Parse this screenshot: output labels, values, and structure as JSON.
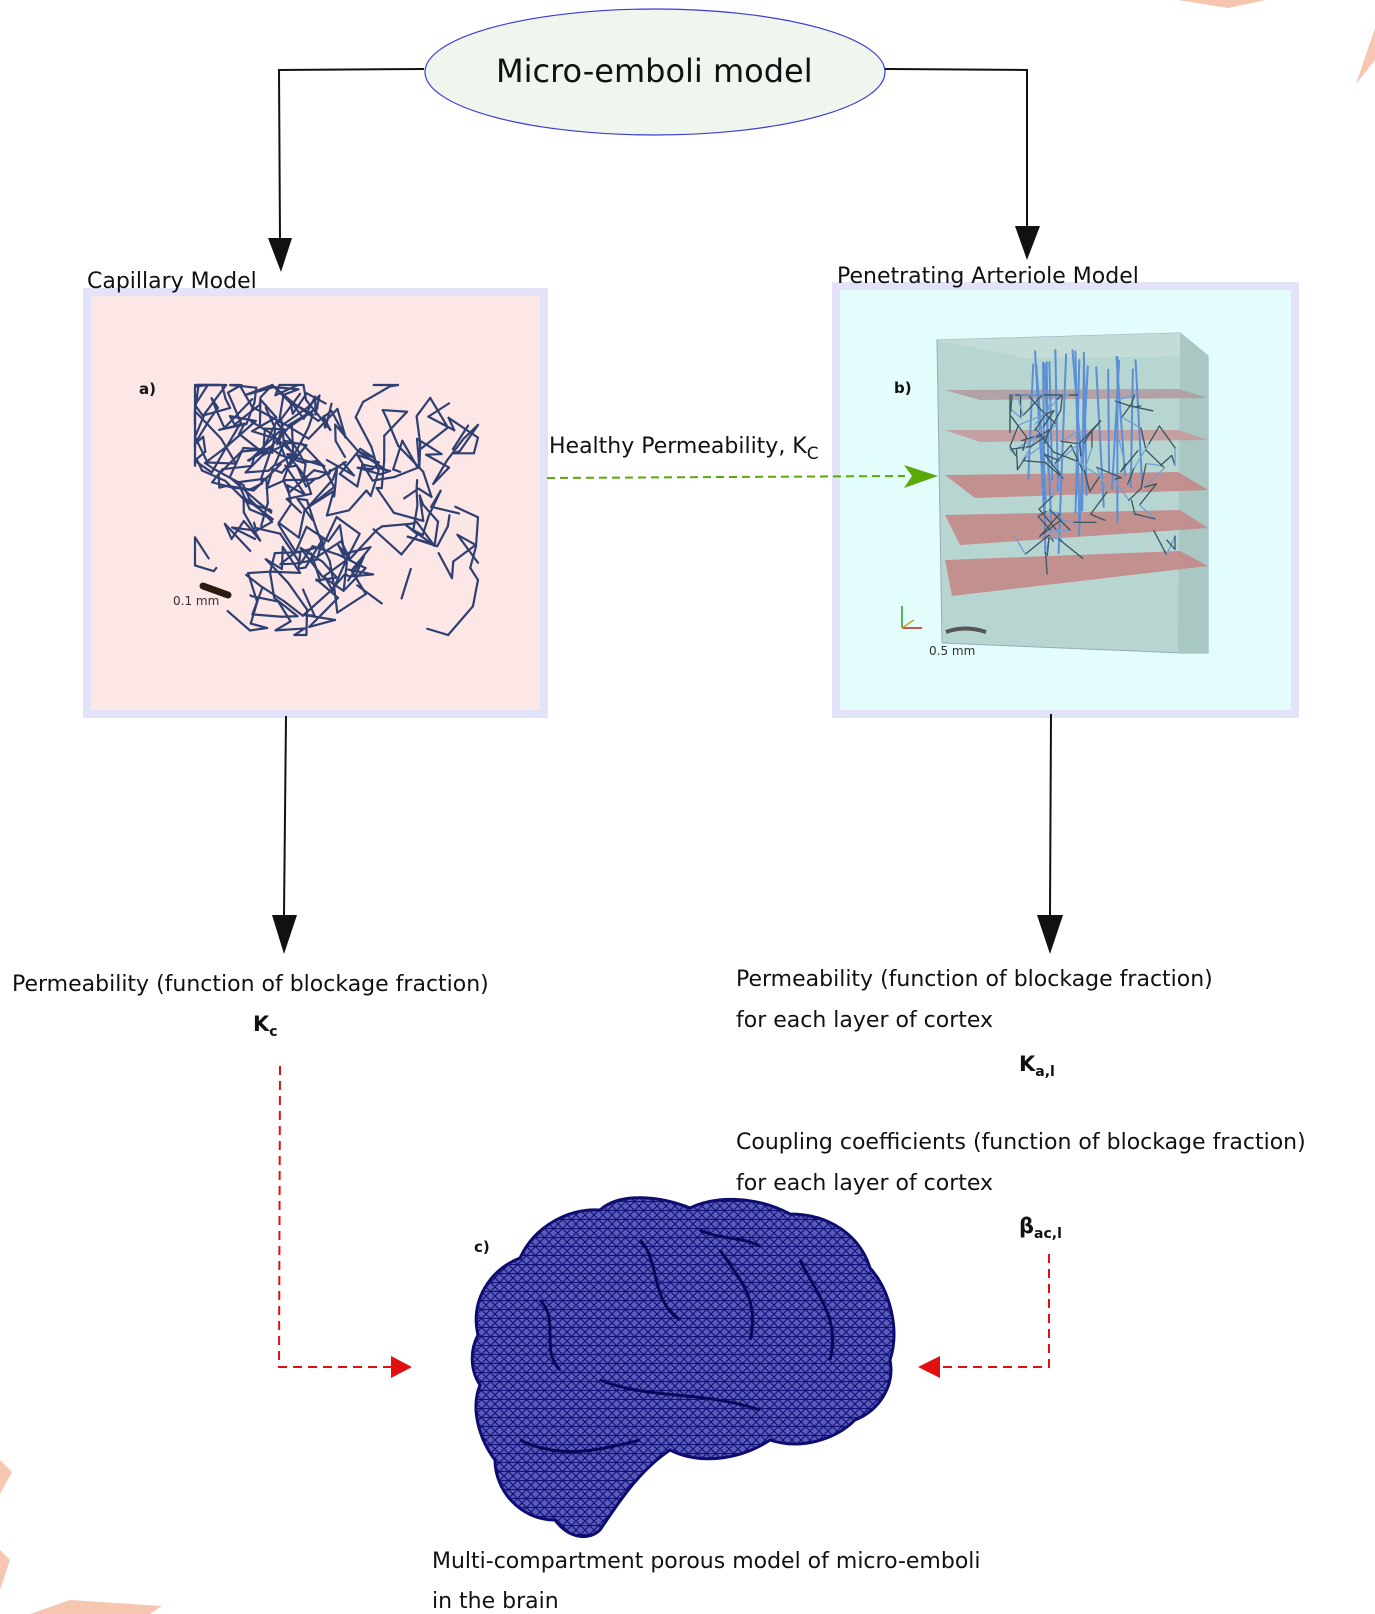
{
  "title": "Micro-emboli model",
  "capillary": {
    "label": "Capillary Model",
    "panel": "a)",
    "scale": "0.1 mm"
  },
  "arteriole": {
    "label": "Penetrating Arteriole Model",
    "panel": "b)",
    "scale": "0.5 mm"
  },
  "link": {
    "text": "Healthy Permeability, K",
    "sub": "C"
  },
  "left_output": {
    "line1": "Permeability (function of blockage fraction)",
    "sym": "K",
    "sub": "c"
  },
  "right_output": {
    "line1": "Permeability (function of blockage fraction)",
    "line2": "for each layer of cortex",
    "sym": "K",
    "sub": "a,l"
  },
  "coupling": {
    "line1": "Coupling coefficients (function of blockage fraction)",
    "line2": "for each layer of cortex",
    "sym": "β",
    "sub": "ac,l"
  },
  "brain": {
    "panel": "c)",
    "caption1": "Multi-compartment porous model of micro-emboli",
    "caption2": "in the brain"
  },
  "colors": {
    "ellipse_fill": "#eef6ee",
    "ellipse_stroke": "#3b3bd6",
    "capillary_bg": "#fde6e6",
    "arteriole_bg": "#e3fdfc",
    "frame": "#e0e0f8",
    "green_arrow": "#5aa80a",
    "red_arrow": "#e01010",
    "mesh": "#1a1a8c"
  }
}
